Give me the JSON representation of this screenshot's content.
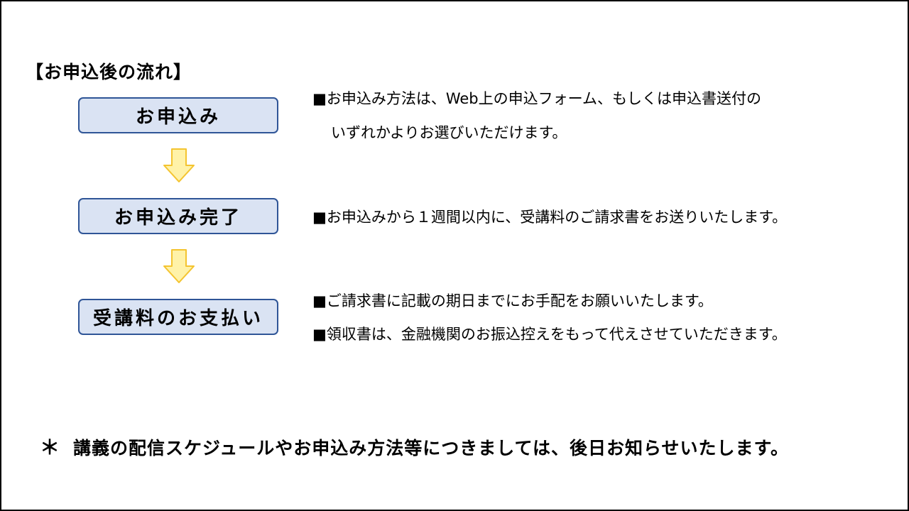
{
  "page": {
    "heading": "【お申込後の流れ】"
  },
  "steps": [
    {
      "label": "お申込み"
    },
    {
      "label": "お申込み完了"
    },
    {
      "label": "受講料のお支払い"
    }
  ],
  "descriptions": {
    "step1_line1": "■お申込み方法は、Web上の申込フォーム、もしくは申込書送付の",
    "step1_line2": "いずれかよりお選びいただけます。",
    "step2_line1": "■お申込みから１週間以内に、受講料のご請求書をお送りいたします。",
    "step3_line1": "■ご請求書に記載の期日までにお手配をお願いいたします。",
    "step3_line2": "■領収書は、金融機関のお振込控えをもって代えさせていただきます。"
  },
  "note": {
    "mark": "＊",
    "text": "講義の配信スケジュールやお申込み方法等につきましては、後日お知らせいたします。"
  },
  "colors": {
    "box_fill": "#dae3f3",
    "box_border": "#2f5597",
    "arrow_fill": "#fff2a8",
    "arrow_stroke": "#f4c430"
  }
}
